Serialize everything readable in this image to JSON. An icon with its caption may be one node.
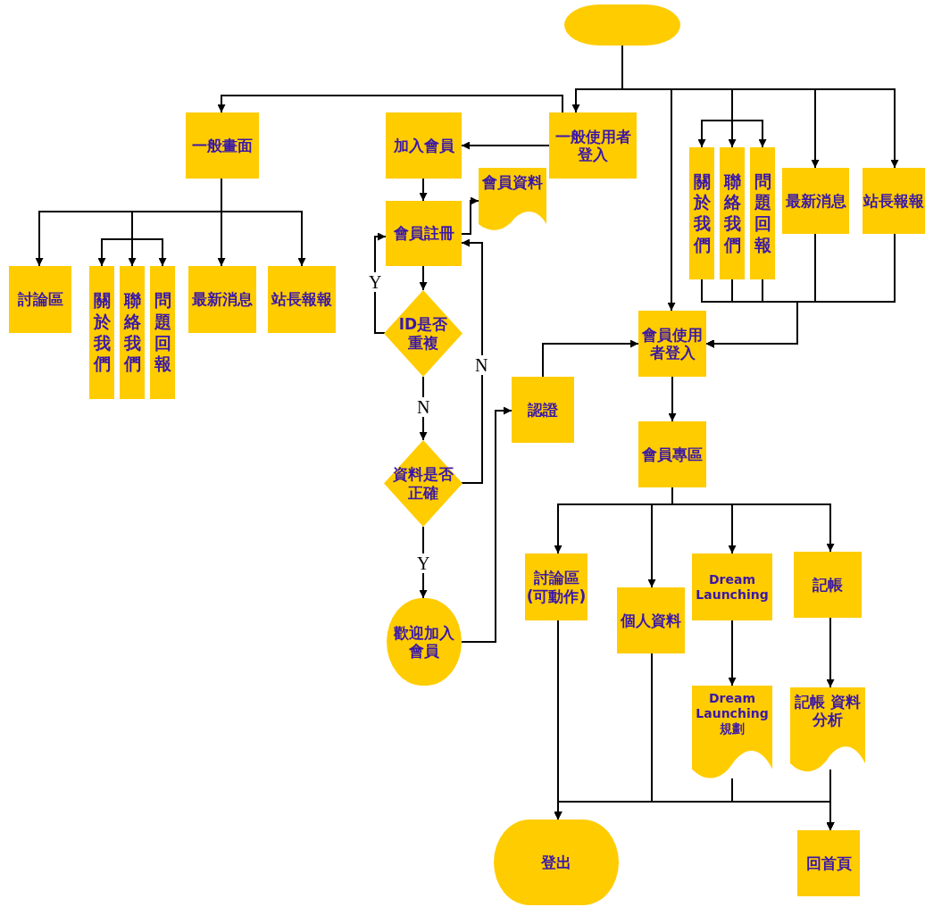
{
  "diagram": {
    "nodes": [
      {
        "text": [],
        "shape": "terminator"
      },
      {
        "text": [
          "一般畫面"
        ]
      },
      {
        "text": [
          "討論區"
        ]
      },
      {
        "text": [
          "關於我們"
        ]
      },
      {
        "text": [
          "聯絡我們"
        ]
      },
      {
        "text": [
          "問題回報"
        ]
      },
      {
        "text": [
          "最新消息"
        ]
      },
      {
        "text": [
          "站長報報"
        ]
      },
      {
        "text": [
          "一般使用者登入"
        ]
      },
      {
        "text": [
          "加入會員"
        ]
      },
      {
        "text": [
          "會員資料"
        ]
      },
      {
        "text": [
          "會員註冊"
        ]
      },
      {
        "text": [
          "ID是否重複"
        ]
      },
      {
        "text": [
          "資料是否正確"
        ]
      },
      {
        "text": [
          "歡迎加入會員"
        ]
      },
      {
        "text": [
          "認證"
        ]
      },
      {
        "text": [
          "關於我們"
        ]
      },
      {
        "text": [
          "聯絡我們"
        ]
      },
      {
        "text": [
          "問題回報"
        ]
      },
      {
        "text": [
          "最新消息"
        ]
      },
      {
        "text": [
          "站長報報"
        ]
      },
      {
        "text": [
          "會員使用者登入"
        ]
      },
      {
        "text": [
          "會員專區"
        ]
      },
      {
        "text": [
          "討論區 (可動作)"
        ]
      },
      {
        "text": [
          "個人資料"
        ]
      },
      {
        "text": [
          "Dream Launching"
        ]
      },
      {
        "text": [
          "記帳"
        ]
      },
      {
        "text": [
          "Dream Launching 規劃"
        ]
      },
      {
        "text": [
          "記帳 資料分析"
        ]
      },
      {
        "text": [
          "登出"
        ]
      },
      {
        "text": [
          "回首頁"
        ]
      }
    ],
    "edges": [
      {
        "from": 0,
        "to": 8,
        "arrow": "to"
      },
      {
        "from": 8,
        "to": 1,
        "arrow": "to"
      },
      {
        "from": 0,
        "to": 21,
        "arrow": "to"
      },
      {
        "from": 0,
        "to": 16,
        "arrow": "to"
      },
      {
        "from": 0,
        "to": 17,
        "arrow": "to"
      },
      {
        "from": 0,
        "to": 18,
        "arrow": "to"
      },
      {
        "from": 0,
        "to": 19,
        "arrow": "to"
      },
      {
        "from": 0,
        "to": 20,
        "arrow": "to"
      },
      {
        "from": 1,
        "to": 2,
        "arrow": "to"
      },
      {
        "from": 1,
        "to": 3,
        "arrow": "to"
      },
      {
        "from": 1,
        "to": 4,
        "arrow": "to"
      },
      {
        "from": 1,
        "to": 5,
        "arrow": "to"
      },
      {
        "from": 1,
        "to": 6,
        "arrow": "to"
      },
      {
        "from": 1,
        "to": 7,
        "arrow": "to"
      },
      {
        "from": 8,
        "to": 9,
        "arrow": "to"
      },
      {
        "from": 9,
        "to": 11,
        "arrow": "to"
      },
      {
        "from": 11,
        "to": 10,
        "arrow": "to"
      },
      {
        "from": 11,
        "to": 12,
        "arrow": "to"
      },
      {
        "from": 12,
        "to": 11,
        "arrow": "to",
        "label": "Y"
      },
      {
        "from": 12,
        "to": 13,
        "arrow": "to",
        "label": "N"
      },
      {
        "from": 13,
        "to": 11,
        "arrow": "to",
        "label": "N"
      },
      {
        "from": 13,
        "to": 14,
        "arrow": "to",
        "label": "Y"
      },
      {
        "from": 14,
        "to": 15,
        "arrow": "to"
      },
      {
        "from": 15,
        "to": 21,
        "arrow": "to"
      },
      {
        "from": 16,
        "to": 21,
        "arrow": "to"
      },
      {
        "from": 17,
        "to": 21,
        "arrow": "to"
      },
      {
        "from": 18,
        "to": 21,
        "arrow": "to"
      },
      {
        "from": 19,
        "to": 21,
        "arrow": "to"
      },
      {
        "from": 20,
        "to": 21,
        "arrow": "to"
      },
      {
        "from": 21,
        "to": 22,
        "arrow": "to"
      },
      {
        "from": 22,
        "to": 23,
        "arrow": "to"
      },
      {
        "from": 22,
        "to": 24,
        "arrow": "to"
      },
      {
        "from": 22,
        "to": 25,
        "arrow": "to"
      },
      {
        "from": 22,
        "to": 26,
        "arrow": "to"
      },
      {
        "from": 25,
        "to": 27,
        "arrow": "to"
      },
      {
        "from": 26,
        "to": 28,
        "arrow": "to"
      },
      {
        "from": 23,
        "to": 29,
        "arrow": "to"
      },
      {
        "from": 23,
        "to": 30,
        "arrow": "to"
      },
      {
        "from": 24,
        "to": 29,
        "arrow": "to"
      },
      {
        "from": 24,
        "to": 30,
        "arrow": "to"
      },
      {
        "from": 27,
        "to": 29,
        "arrow": "to"
      },
      {
        "from": 27,
        "to": 30,
        "arrow": "to"
      },
      {
        "from": 28,
        "to": 29,
        "arrow": "to"
      },
      {
        "from": 28,
        "to": 30,
        "arrow": "to"
      }
    ]
  }
}
